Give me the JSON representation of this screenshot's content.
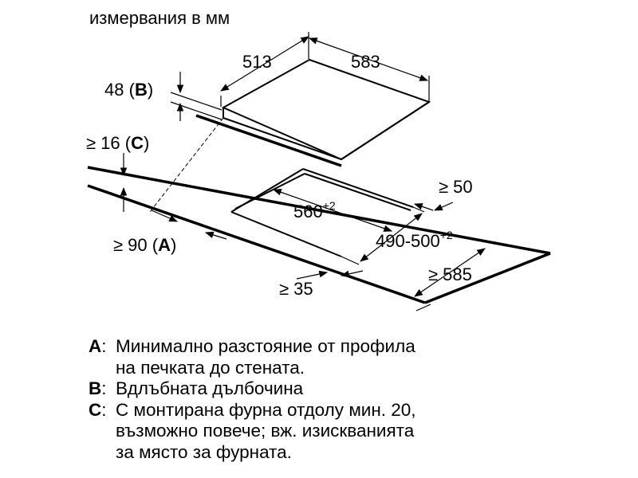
{
  "diagram": {
    "title": "измервания в мм",
    "dims": {
      "d513": "513",
      "d583": "583",
      "d48": "48",
      "d48_key": "B",
      "d16": "≥ 16",
      "d16_key": "C",
      "d50": "≥ 50",
      "d560": "560",
      "d560_sup": "+2",
      "d490": "490-500",
      "d490_sup": "+2",
      "d90": "≥ 90",
      "d90_key": "A",
      "d585": "≥ 585",
      "d35": "≥ 35"
    }
  },
  "legend": [
    {
      "key": "A",
      "lines": [
        "Минимално разстояние от профила",
        "на печката до стената."
      ]
    },
    {
      "key": "B",
      "lines": [
        "Вдлъбната дълбочина"
      ]
    },
    {
      "key": "C",
      "lines": [
        "С монтирана фурна отдолу мин. 20,",
        "възможно повече; вж. изискванията",
        "за място за фурната."
      ]
    }
  ]
}
